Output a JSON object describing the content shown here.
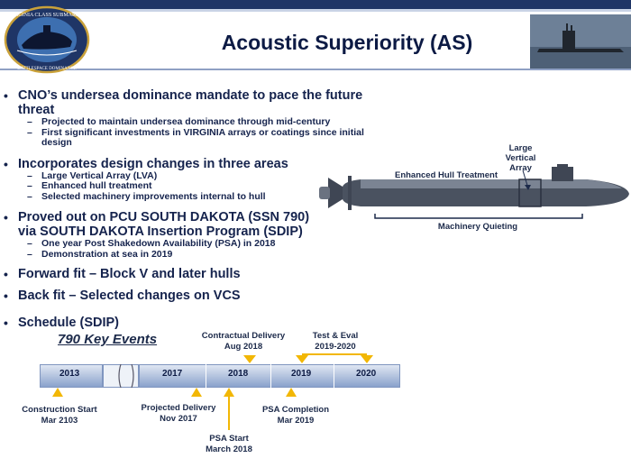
{
  "header": {
    "title": "Acoustic Superiority (AS)",
    "logo": {
      "top_text": "VIRGINIA CLASS SUBMARINE",
      "bottom_text": "BATTLESPACE DOMINANCE"
    }
  },
  "bullets": [
    {
      "text": "CNO’s undersea dominance mandate to pace the future threat",
      "subs": [
        "Projected to maintain undersea dominance through mid-century",
        "First significant investments in VIRGINIA arrays or coatings since initial design"
      ]
    },
    {
      "text": "Incorporates design changes in three areas",
      "subs": [
        "Large Vertical Array (LVA)",
        "Enhanced hull treatment",
        "Selected machinery improvements internal to hull"
      ]
    },
    {
      "text": "Proved out on PCU SOUTH DAKOTA (SSN 790) via SOUTH DAKOTA Insertion Program (SDIP)",
      "subs": [
        "One year Post Shakedown Availability (PSA) in 2018",
        "Demonstration at sea in 2019"
      ]
    },
    {
      "text": "Forward fit – Block V and later hulls",
      "subs": []
    },
    {
      "text": "Back fit – Selected changes on VCS",
      "subs": []
    },
    {
      "text": "Schedule (SDIP)",
      "subs": []
    }
  ],
  "diagram": {
    "label_lva": "Large Vertical Array",
    "label_hull": "Enhanced Hull Treatment",
    "label_machinery": "Machinery Quieting"
  },
  "timeline": {
    "title": "790 Key Events",
    "years": [
      "2013",
      "2017",
      "2018",
      "2019",
      "2020"
    ],
    "events": {
      "construction": "Construction Start Mar 2103",
      "projected": "Projected Delivery Nov 2017",
      "psa_start": "PSA Start March 2018",
      "psa_completion": "PSA Completion Mar 2019",
      "contractual": "Contractual Delivery Aug 2018",
      "test_eval": "Test & Eval 2019-2020"
    }
  },
  "colors": {
    "navy": "#1f3566",
    "timeline_marker": "#f2b705",
    "bar_dark": "#8aa2cc"
  }
}
